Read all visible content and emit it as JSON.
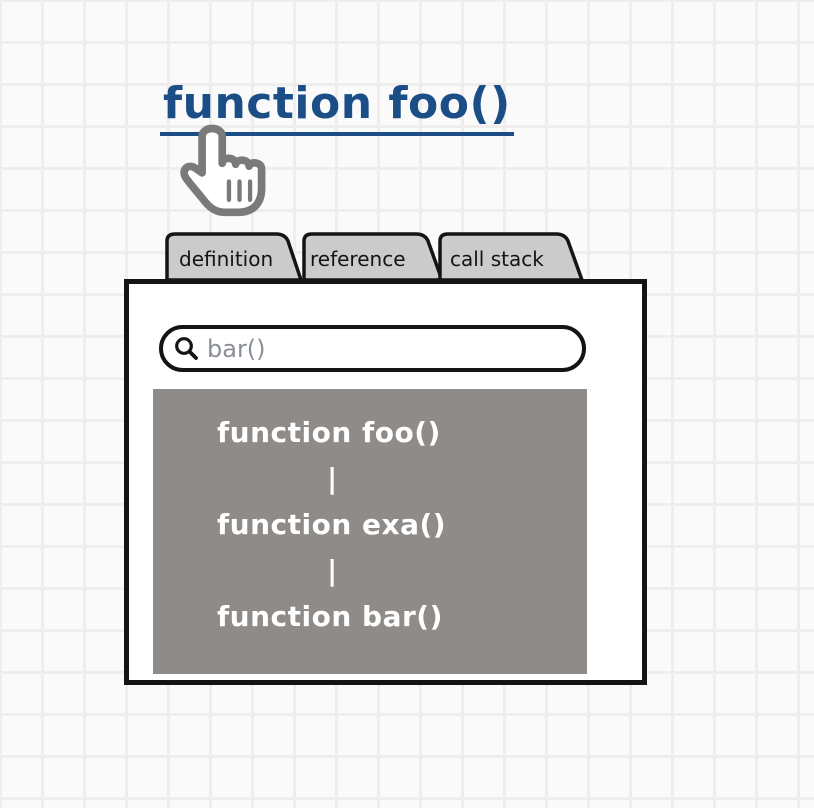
{
  "title_link": {
    "text": "function foo()"
  },
  "cursor": {
    "icon": "hand-pointer-icon"
  },
  "tab_bar": {
    "tabs": [
      {
        "label": "definition"
      },
      {
        "label": "reference"
      },
      {
        "label": "call stack"
      }
    ]
  },
  "panel": {
    "search": {
      "icon": "search-icon",
      "value": "bar()"
    },
    "call_graph": {
      "lines": [
        "function foo()",
        "|",
        "function exa()",
        "|",
        "function bar()"
      ]
    }
  },
  "colors": {
    "link_blue": "#1b4e87",
    "outline_black": "#141414",
    "tab_fill_gray": "#cbcbcb",
    "cursor_gray": "#7a7a7a",
    "call_graph_gray": "#8e8b88",
    "search_text_gray": "#8a8e96",
    "grid_line": "#efeeec",
    "page_background": "#fafafa"
  }
}
